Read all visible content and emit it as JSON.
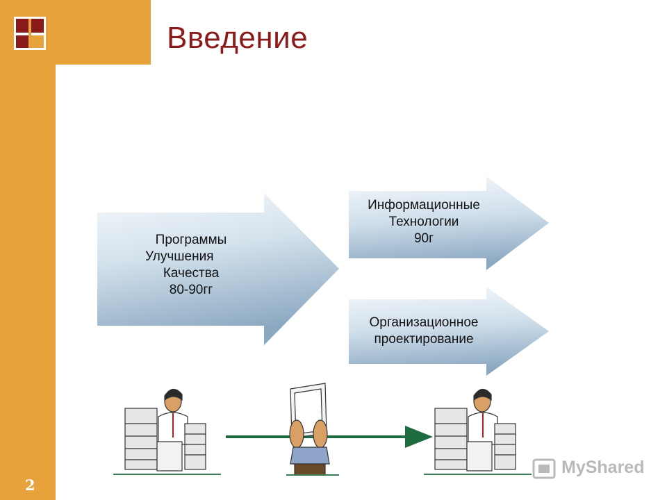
{
  "slide": {
    "title": "Введение",
    "page_number": "2"
  },
  "diagram": {
    "arrows": [
      {
        "id": "quality",
        "lines": [
          "Программы",
          "Улучшения",
          "Качества",
          "80-90гг"
        ]
      },
      {
        "id": "it",
        "lines": [
          "Информационные",
          "Технологии",
          "90г"
        ]
      },
      {
        "id": "org",
        "lines": [
          "Организационное",
          "проектирование"
        ]
      }
    ]
  },
  "watermark": {
    "text": "MyShared"
  },
  "colors": {
    "accent": "#e8a23c",
    "title": "#8b1a1a",
    "arrow_light": "#f4f8fb",
    "arrow_dark": "#8aa6bf",
    "line": "#1f6b40"
  }
}
